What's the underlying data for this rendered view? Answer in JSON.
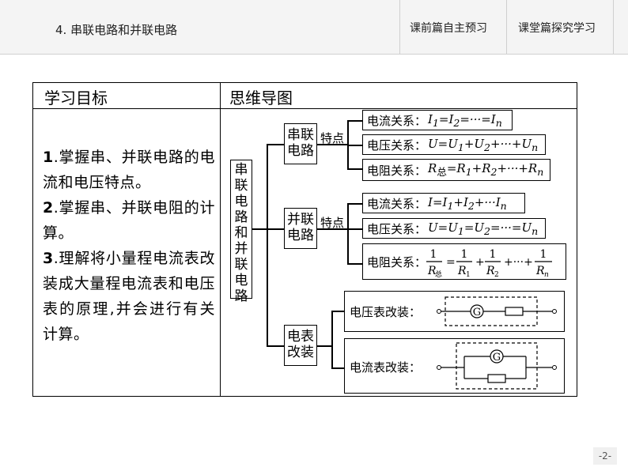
{
  "header": {
    "title": "4. 串联电路和并联电路",
    "tabs": [
      "课前篇自主预习",
      "课堂篇探究学习"
    ]
  },
  "table": {
    "left_header": "学习目标",
    "right_header": "思维导图",
    "goals": [
      {
        "num": "1",
        "text": ".掌握串、并联电路的电流和电压特点。"
      },
      {
        "num": "2",
        "text": ".掌握串、并联电阻的计算。"
      },
      {
        "num": "3",
        "text": ".理解将小量程电流表改装成大量程电流表和电压表的原理,并会进行有关计算。"
      }
    ]
  },
  "mindmap": {
    "root": "串联电路和并联电路",
    "branches": {
      "series": {
        "label": "串联电路",
        "feature": "特点",
        "current_label": "电流关系：",
        "current_formula": "I₁=I₂=···=Iₙ",
        "voltage_label": "电压关系：",
        "voltage_formula": "U=U₁+U₂+···+Uₙ",
        "resistance_label": "电阻关系：",
        "resistance_formula": "R总=R₁+R₂+···+Rₙ"
      },
      "parallel": {
        "label": "并联电路",
        "feature": "特点",
        "current_label": "电流关系：",
        "current_formula": "I=I₁+I₂+···Iₙ",
        "voltage_label": "电压关系：",
        "voltage_formula": "U=U₁=U₂=···=Uₙ",
        "resistance_label": "电阻关系：",
        "r_total": "R总",
        "r1": "R₁",
        "r2": "R₂",
        "rn": "Rₙ",
        "one": "1"
      },
      "meter": {
        "label": "电表改装",
        "voltmeter_label": "电压表改装：",
        "ammeter_label": "电流表改装：",
        "galvanometer": "G"
      }
    }
  },
  "page_number": "-2-"
}
